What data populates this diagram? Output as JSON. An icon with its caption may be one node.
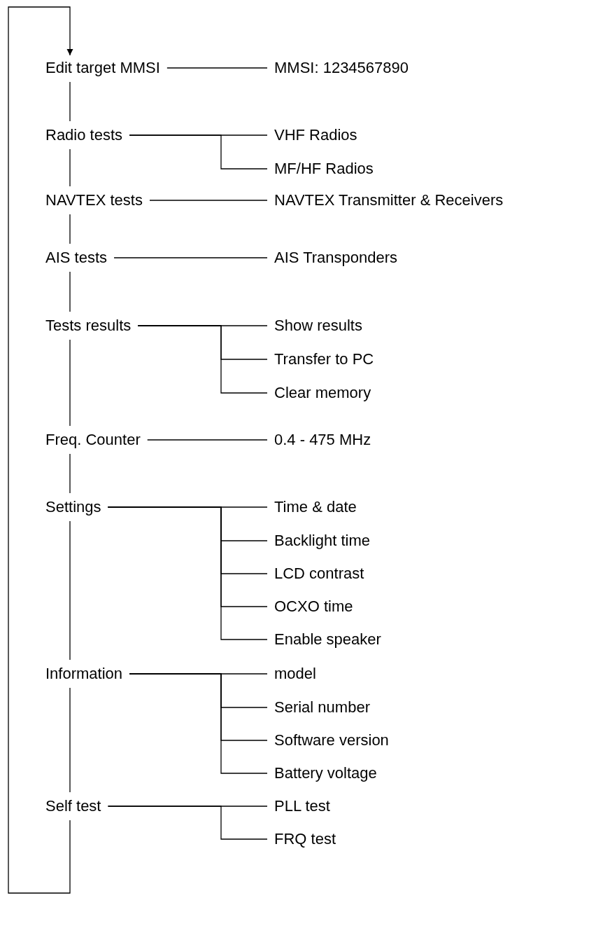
{
  "diagram": {
    "nodes": [
      {
        "text": [
          "Edit target MMSI"
        ]
      },
      {
        "text": [
          "MMSI: 1234567890"
        ]
      },
      {
        "text": [
          "Radio tests"
        ]
      },
      {
        "text": [
          "VHF Radios"
        ]
      },
      {
        "text": [
          "MF/HF Radios"
        ]
      },
      {
        "text": [
          "NAVTEX tests"
        ]
      },
      {
        "text": [
          "NAVTEX Transmitter & Receivers"
        ]
      },
      {
        "text": [
          "AIS tests"
        ]
      },
      {
        "text": [
          "AIS Transponders"
        ]
      },
      {
        "text": [
          "Tests results"
        ]
      },
      {
        "text": [
          "Show results"
        ]
      },
      {
        "text": [
          "Transfer to PC"
        ]
      },
      {
        "text": [
          "Clear memory"
        ]
      },
      {
        "text": [
          "Freq. Counter"
        ]
      },
      {
        "text": [
          "0.4 - 475 MHz"
        ]
      },
      {
        "text": [
          "Settings"
        ]
      },
      {
        "text": [
          "Time & date"
        ]
      },
      {
        "text": [
          "Backlight time"
        ]
      },
      {
        "text": [
          "LCD contrast"
        ]
      },
      {
        "text": [
          "OCXO time"
        ]
      },
      {
        "text": [
          "Enable speaker"
        ]
      },
      {
        "text": [
          "Information"
        ]
      },
      {
        "text": [
          "model"
        ]
      },
      {
        "text": [
          "Serial number"
        ]
      },
      {
        "text": [
          "Software version"
        ]
      },
      {
        "text": [
          "Battery voltage"
        ]
      },
      {
        "text": [
          "Self test"
        ]
      },
      {
        "text": [
          "PLL test"
        ]
      },
      {
        "text": [
          "FRQ test"
        ]
      }
    ],
    "edges": [
      {
        "from": 0,
        "to": 2,
        "arrow": "none"
      },
      {
        "from": 2,
        "to": 5,
        "arrow": "none"
      },
      {
        "from": 5,
        "to": 7,
        "arrow": "none"
      },
      {
        "from": 7,
        "to": 9,
        "arrow": "none"
      },
      {
        "from": 9,
        "to": 13,
        "arrow": "none"
      },
      {
        "from": 13,
        "to": 15,
        "arrow": "none"
      },
      {
        "from": 15,
        "to": 21,
        "arrow": "none"
      },
      {
        "from": 21,
        "to": 26,
        "arrow": "none"
      },
      {
        "from": 26,
        "to": 0,
        "arrow": "to"
      },
      {
        "from": 0,
        "to": 1,
        "arrow": "none"
      },
      {
        "from": 2,
        "to": 3,
        "arrow": "none"
      },
      {
        "from": 2,
        "to": 4,
        "arrow": "none"
      },
      {
        "from": 5,
        "to": 6,
        "arrow": "none"
      },
      {
        "from": 7,
        "to": 8,
        "arrow": "none"
      },
      {
        "from": 9,
        "to": 10,
        "arrow": "none"
      },
      {
        "from": 9,
        "to": 11,
        "arrow": "none"
      },
      {
        "from": 9,
        "to": 12,
        "arrow": "none"
      },
      {
        "from": 13,
        "to": 14,
        "arrow": "none"
      },
      {
        "from": 15,
        "to": 16,
        "arrow": "none"
      },
      {
        "from": 15,
        "to": 17,
        "arrow": "none"
      },
      {
        "from": 15,
        "to": 18,
        "arrow": "none"
      },
      {
        "from": 15,
        "to": 19,
        "arrow": "none"
      },
      {
        "from": 15,
        "to": 20,
        "arrow": "none"
      },
      {
        "from": 21,
        "to": 22,
        "arrow": "none"
      },
      {
        "from": 21,
        "to": 23,
        "arrow": "none"
      },
      {
        "from": 21,
        "to": 24,
        "arrow": "none"
      },
      {
        "from": 21,
        "to": 25,
        "arrow": "none"
      },
      {
        "from": 26,
        "to": 27,
        "arrow": "none"
      },
      {
        "from": 26,
        "to": 28,
        "arrow": "none"
      }
    ]
  }
}
